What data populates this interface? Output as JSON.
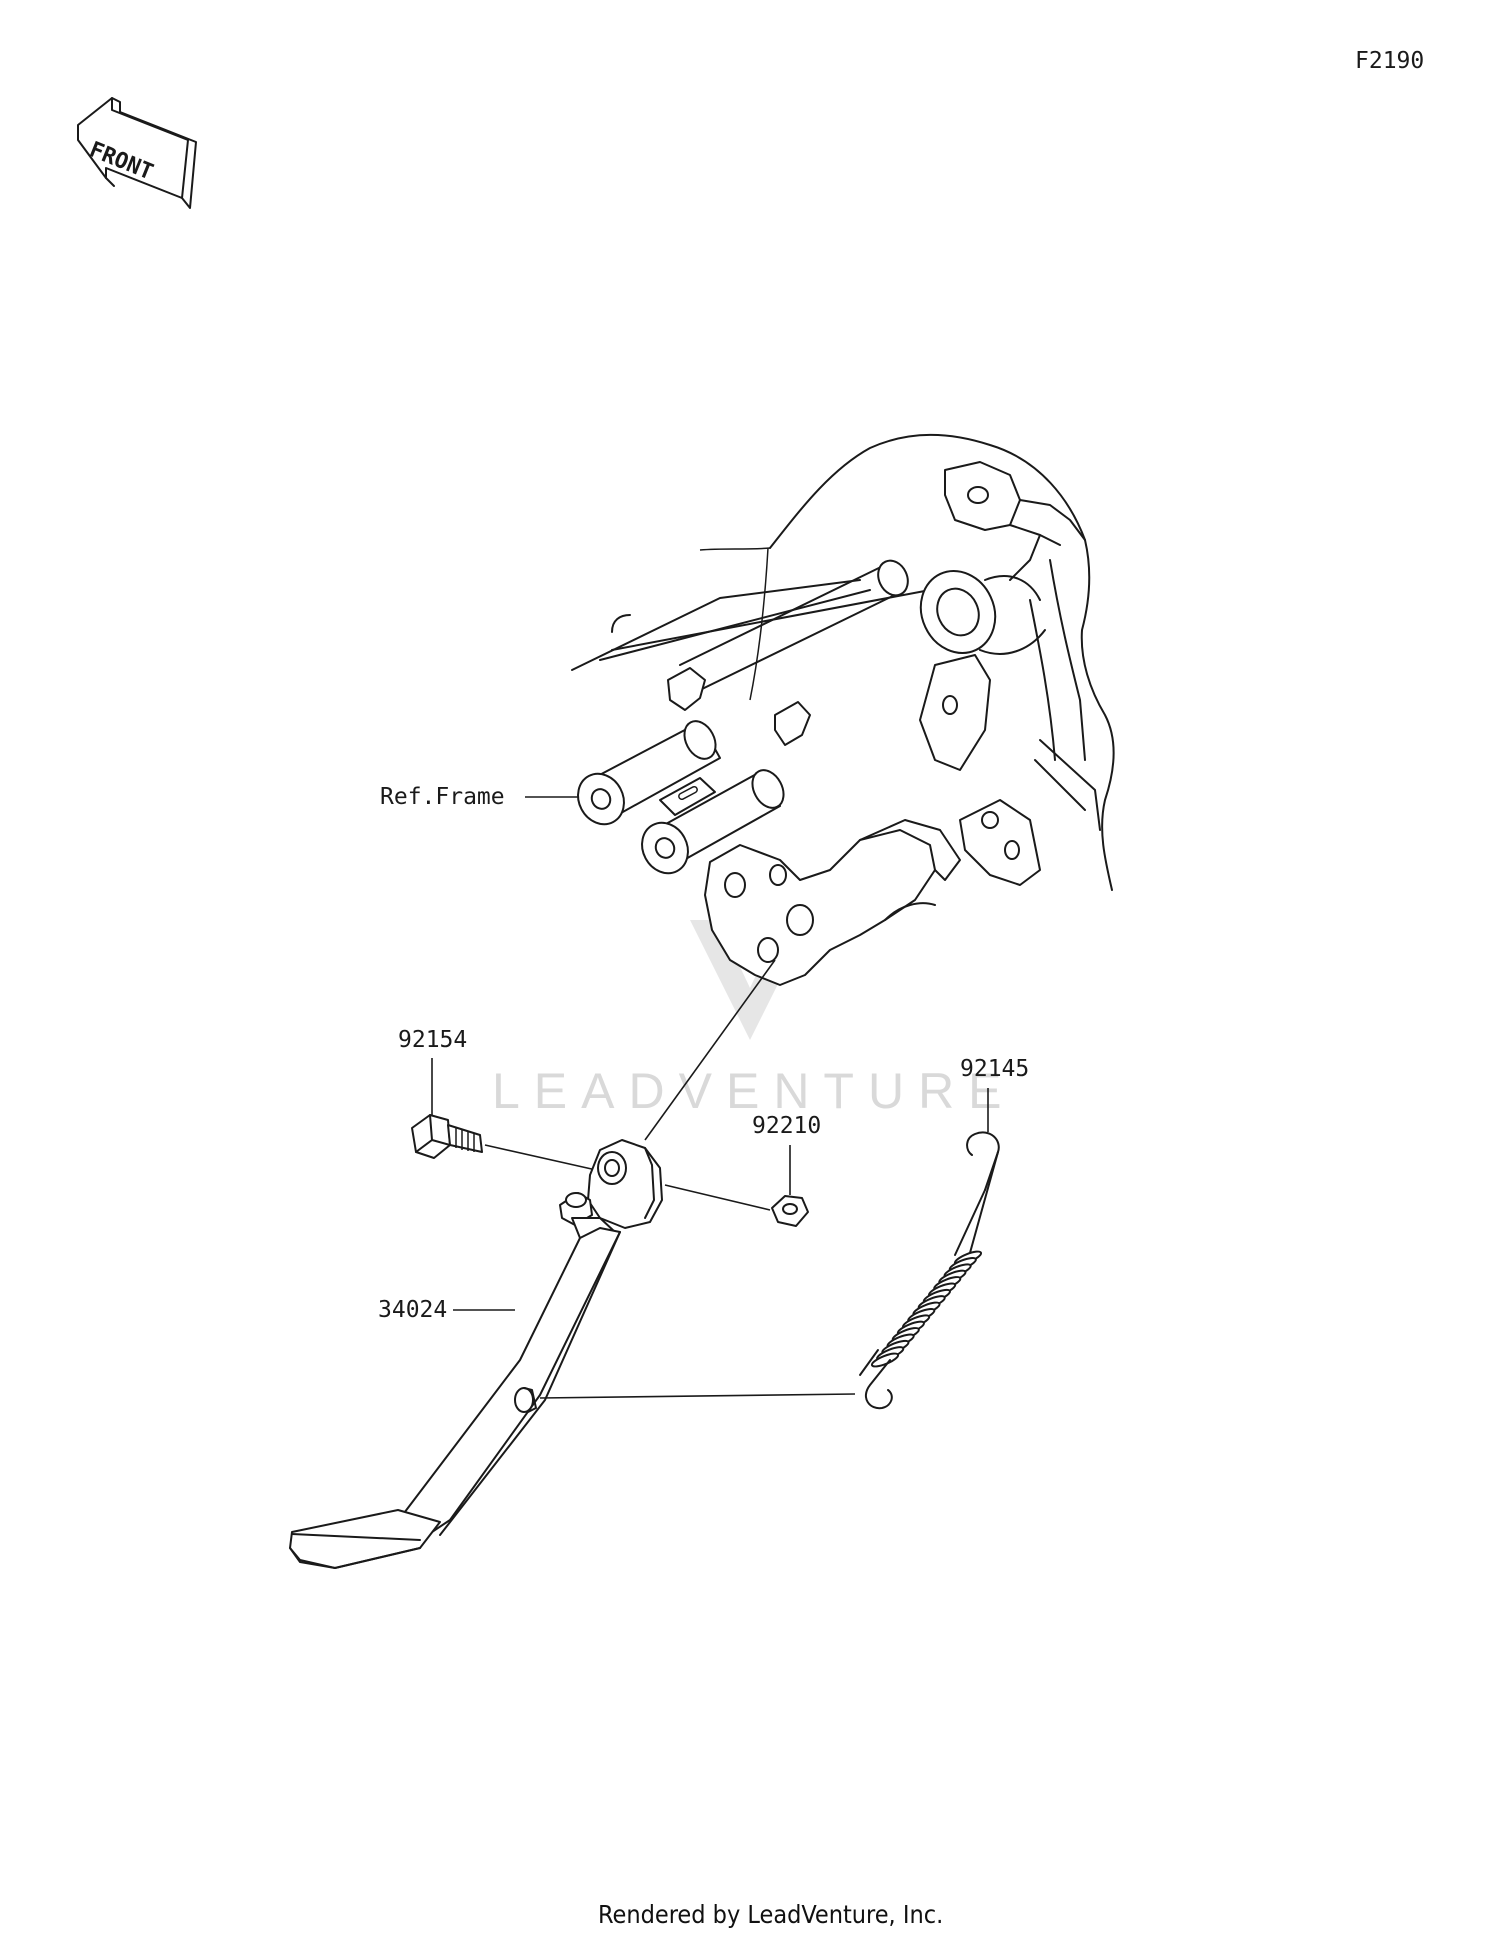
{
  "diagram_code": "F2190",
  "front_marker": {
    "label": "FRONT",
    "icon": "front-direction-arrow-icon"
  },
  "reference_label": "Ref.Frame",
  "parts": [
    {
      "number": "92154"
    },
    {
      "number": "92210"
    },
    {
      "number": "92145"
    },
    {
      "number": "34024"
    }
  ],
  "watermark": {
    "text": "LEADVENTURE",
    "icon": "leadventure-logo-icon"
  },
  "footer": "Rendered by LeadVenture, Inc."
}
